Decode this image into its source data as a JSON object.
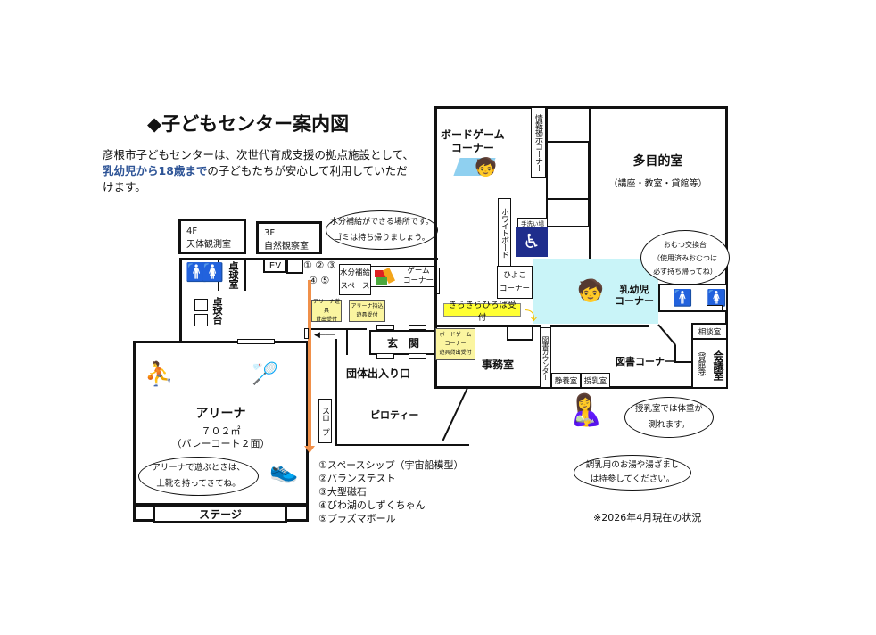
{
  "title": "◆子どもセンター案内図",
  "intro": {
    "line1": "彦根市子どもセンターは、次世代育成支援の拠点施設として、",
    "highlight": "乳幼児から18歳まで",
    "line2": "の子どもたちが安心して利用していただ",
    "line3": "けます。"
  },
  "floors": {
    "f4": {
      "floor": "4F",
      "name": "天体観測室"
    },
    "f3": {
      "floor": "3F",
      "name": "自然観察室"
    }
  },
  "water_bubble": {
    "line1": "水分補給ができる場所です。",
    "line2": "ゴミは持ち帰りましょう。"
  },
  "rooms": {
    "table_tennis_room": "卓球室",
    "ev": "EV",
    "table_tennis_tables": "卓球台",
    "exhibit_markers_top": "① ② ③",
    "exhibit_markers_bottom": "④ ⑤",
    "water_space": {
      "line1": "水分補給",
      "line2": "スペース"
    },
    "game_corner": {
      "line1": "ゲーム",
      "line2": "コーナー"
    },
    "arena_rental": {
      "line1": "アリーナ遊具",
      "line2": "貸出受付"
    },
    "arena_bring": {
      "line1": "アリーナ持込",
      "line2": "遊具受付"
    },
    "entrance": "玄　関",
    "group_entrance": "団体出入り口",
    "piloti": "ピロティー",
    "slope": "スロープ",
    "arena": {
      "name": "アリーナ",
      "area": "７０２㎡",
      "detail": "（バレーコート２面）"
    },
    "stage": "ステージ",
    "board_game": {
      "line1": "ボードゲーム",
      "line2": "コーナー"
    },
    "info_board": "情報掲示コーナー",
    "whiteboard": "ホワイトボード",
    "handwash": "手洗い場",
    "multipurpose": {
      "name": "多目的室",
      "detail": "（講座・教室・貸館等）"
    },
    "hiyoko": {
      "line1": "ひよこ",
      "line2": "コーナー"
    },
    "infant": {
      "line1": "乳幼児",
      "line2": "コーナー"
    },
    "kirakira": "きらきらひろば受付",
    "board_game_rental": {
      "line1": "ボードゲーム",
      "line2": "コーナー",
      "line3": "遊具貸出受付"
    },
    "office": "事務室",
    "library_counter": "図書カウンター",
    "rest_room": "静養室",
    "nursing_room": "授乳室",
    "library": "図書コーナー",
    "consult": "相談室",
    "meeting": "会議室",
    "meeting_note": "（貸館等）"
  },
  "arena_bubble": {
    "line1": "アリーナで遊ぶときは、",
    "line2": "上靴を持ってきてね。"
  },
  "diaper_bubble": {
    "line1": "おむつ交換台",
    "line2": "（使用済みおむつは",
    "line3": "必ず持ち帰ってね）"
  },
  "nursing_bubble": {
    "line1": "授乳室では体重が",
    "line2": "測れます。"
  },
  "milk_bubble": {
    "line1": "調乳用のお湯や湯ざまし",
    "line2": "は持参してください。"
  },
  "exhibits": [
    "①スペースシップ（宇宙船模型）",
    "②バランステスト",
    "③大型磁石",
    "④びわ湖のしずくちゃん",
    "⑤プラズマボール"
  ],
  "note": "※2026年4月現在の状況",
  "colors": {
    "accent_blue": "#2f5597",
    "infant_area": "#c9f4f8",
    "yellow": "#fbf5a0",
    "wheelchair": "#1f2d8c",
    "slope_line": "#f0904a",
    "female": "#e8141c"
  }
}
